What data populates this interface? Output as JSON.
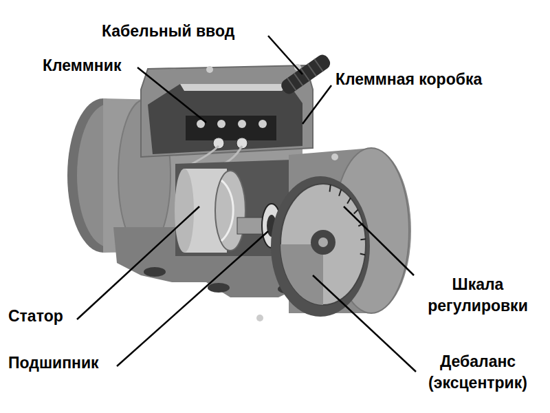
{
  "diagram": {
    "labels": [
      "Кабельный ввод",
      "Клеммник",
      "Клеммная коробка",
      "Статор",
      "Подшипник",
      "Шкала регулировки",
      "Дебаланс (эксцентрик)"
    ]
  }
}
